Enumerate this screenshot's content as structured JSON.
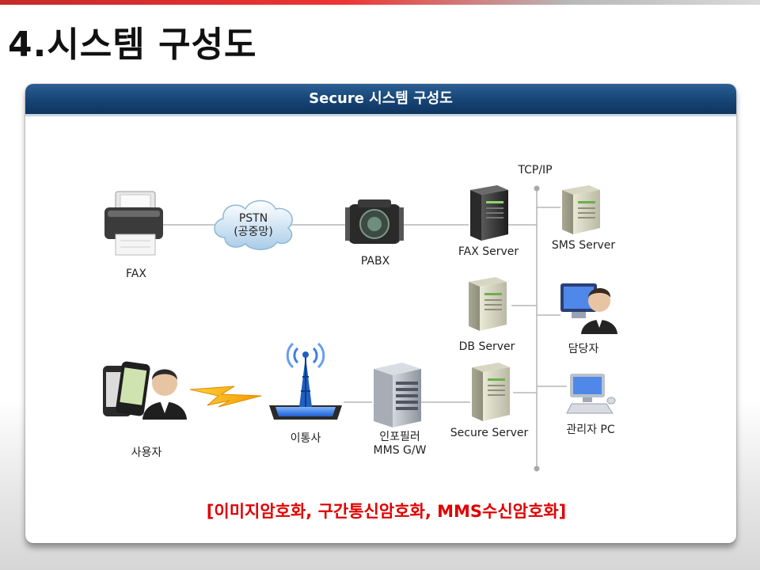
{
  "page": {
    "title": "4.시스템 구성도"
  },
  "panel": {
    "header": "Secure 시스템 구성도"
  },
  "nodes": {
    "fax": "FAX",
    "pstn": "PSTN\n(공중망)",
    "pabx": "PABX",
    "fax_server": "FAX Server",
    "tcpip": "TCP/IP",
    "sms_server": "SMS Server",
    "db_server": "DB Server",
    "manager": "담당자",
    "user": "사용자",
    "carrier": "이통사",
    "mms_gw": "인포필러\nMMS G/W",
    "secure_server": "Secure Server",
    "admin_pc": "관리자 PC"
  },
  "footer": {
    "note": "[이미지암호화, 구간통신암호화, MMS수신암호화]"
  },
  "colors": {
    "header_blue": "#174677",
    "accent_red": "#e00000",
    "line_gray": "#b5b5b5"
  },
  "icons": {
    "fax": "fax-machine-icon",
    "pstn": "cloud-icon",
    "pabx": "pabx-device-icon",
    "fax_server": "server-tower-dark-icon",
    "sms_server": "server-tower-icon",
    "db_server": "server-tower-icon",
    "manager": "person-monitor-icon",
    "user": "person-phone-icon",
    "wireless": "lightning-link-icon",
    "carrier": "antenna-tower-icon",
    "mms_gw": "server-rack-icon",
    "secure_server": "server-tower-icon",
    "admin_pc": "desktop-pc-icon"
  }
}
